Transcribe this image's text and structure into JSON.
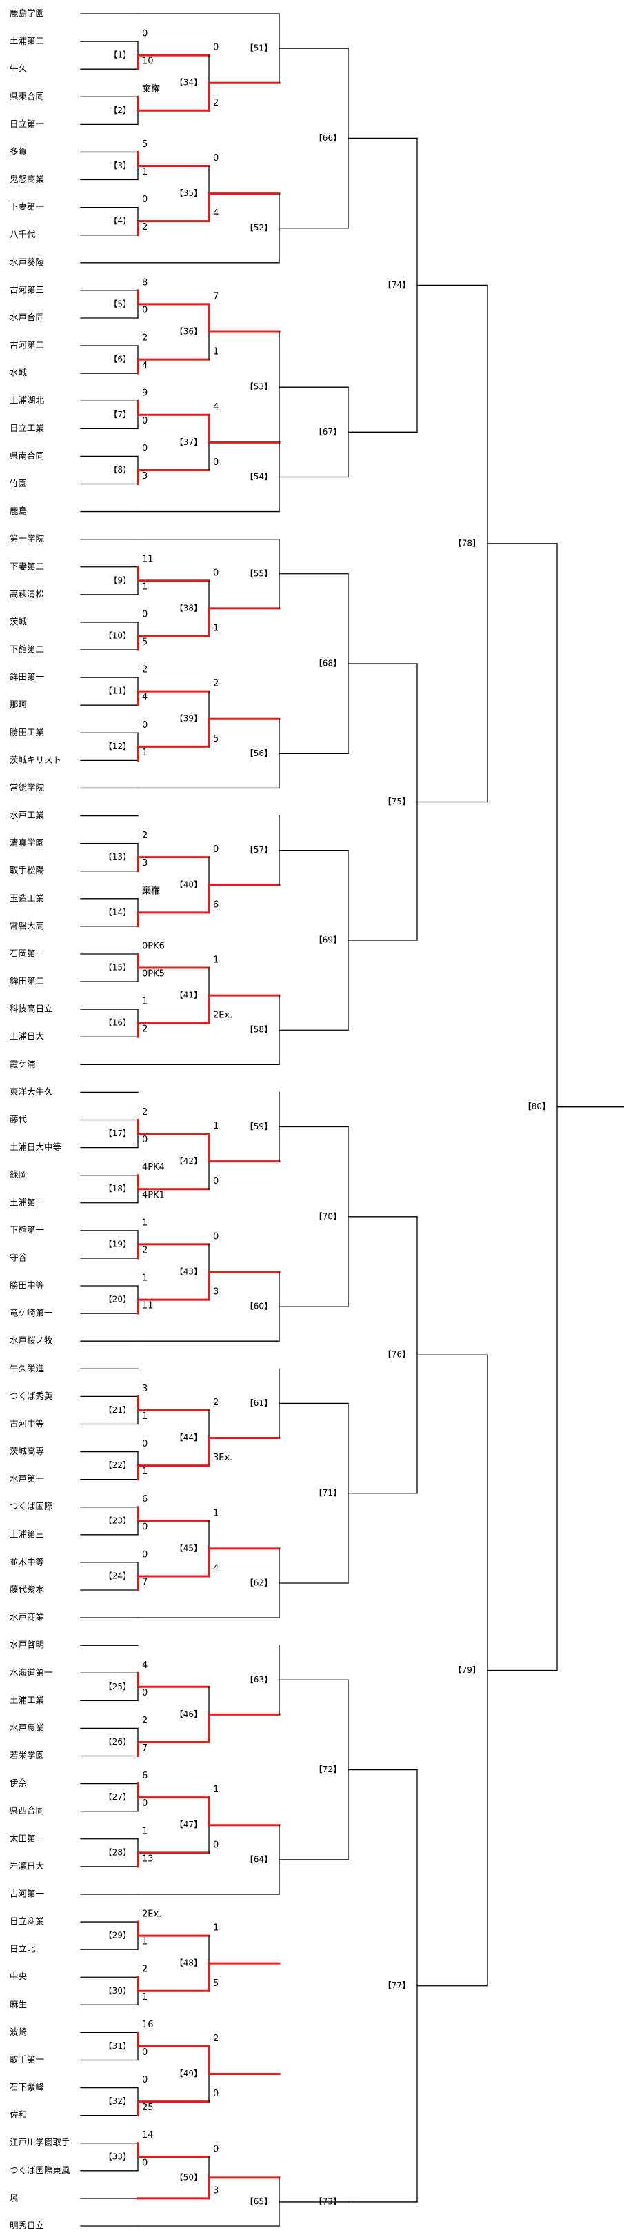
{
  "teams": [
    "鹿島学園",
    "土浦第二",
    "牛久",
    "県東合同",
    "日立第一",
    "多賀",
    "鬼怒商業",
    "下妻第一",
    "八千代",
    "水戸葵陵",
    "古河第三",
    "水戸合同",
    "古河第二",
    "水城",
    "土浦湖北",
    "日立工業",
    "県南合同",
    "竹園",
    "鹿島",
    "第一学院",
    "下妻第二",
    "高萩清松",
    "茨城",
    "下館第二",
    "鉾田第一",
    "那珂",
    "勝田工業",
    "茨城キリスト",
    "常総学院",
    "水戸工業",
    "清真学園",
    "取手松陽",
    "玉造工業",
    "常磐大高",
    "石岡第一",
    "鉾田第二",
    "科技高日立",
    "土浦日大",
    "霞ケ浦",
    "東洋大牛久",
    "藤代",
    "土浦日大中等",
    "緑岡",
    "土浦第一",
    "下館第一",
    "守谷",
    "勝田中等",
    "竜ケ崎第一",
    "水戸桜ノ牧",
    "牛久栄進",
    "つくば秀英",
    "古河中等",
    "茨城高専",
    "水戸第一",
    "つくば国際",
    "土浦第三",
    "並木中等",
    "藤代紫水",
    "水戸商業",
    "水戸啓明",
    "水海道第一",
    "土浦工業",
    "水戸農業",
    "若栄学園",
    "伊奈",
    "県西合同",
    "太田第一",
    "岩瀬日大",
    "古河第一",
    "日立商業",
    "日立北",
    "中央",
    "麻生",
    "波崎",
    "取手第一",
    "石下紫峰",
    "佐和",
    "江戸川学園取手",
    "つくば国際東風",
    "境",
    "明秀日立"
  ],
  "round1": [
    {
      "label": "【1】",
      "scores": [
        "0",
        "10"
      ]
    },
    {
      "label": "【2】",
      "scores": [
        "棄権",
        ""
      ]
    },
    {
      "label": "【3】",
      "scores": [
        "5",
        "1"
      ]
    },
    {
      "label": "【4】",
      "scores": [
        "0",
        "2"
      ]
    },
    {
      "label": "【5】",
      "scores": [
        "8",
        "0"
      ]
    },
    {
      "label": "【6】",
      "scores": [
        "2",
        "4"
      ]
    },
    {
      "label": "【7】",
      "scores": [
        "9",
        "0"
      ]
    },
    {
      "label": "【8】",
      "scores": [
        "0",
        "3"
      ]
    },
    {
      "label": "【9】",
      "scores": [
        "11",
        "1"
      ]
    },
    {
      "label": "【10】",
      "scores": [
        "0",
        "5"
      ]
    },
    {
      "label": "【11】",
      "scores": [
        "2",
        "4"
      ]
    },
    {
      "label": "【12】",
      "scores": [
        "0",
        "1"
      ]
    },
    {
      "label": "【13】",
      "scores": [
        "2",
        "3"
      ]
    },
    {
      "label": "【14】",
      "scores": [
        "棄権",
        ""
      ]
    },
    {
      "label": "【15】",
      "scores": [
        "0PK6",
        "0PK5"
      ]
    },
    {
      "label": "【16】",
      "scores": [
        "1",
        "2"
      ]
    },
    {
      "label": "【17】",
      "scores": [
        "2",
        "0"
      ]
    },
    {
      "label": "【18】",
      "scores": [
        "4PK4",
        "4PK1"
      ]
    },
    {
      "label": "【19】",
      "scores": [
        "1",
        "2"
      ]
    },
    {
      "label": "【20】",
      "scores": [
        "1",
        "11"
      ]
    },
    {
      "label": "【21】",
      "scores": [
        "3",
        "1"
      ]
    },
    {
      "label": "【22】",
      "scores": [
        "0",
        "1"
      ]
    },
    {
      "label": "【23】",
      "scores": [
        "6",
        "0"
      ]
    },
    {
      "label": "【24】",
      "scores": [
        "0",
        "7"
      ]
    },
    {
      "label": "【25】",
      "scores": [
        "4",
        "0"
      ]
    },
    {
      "label": "【26】",
      "scores": [
        "2",
        "7"
      ]
    },
    {
      "label": "【27】",
      "scores": [
        "6",
        "0"
      ]
    },
    {
      "label": "【28】",
      "scores": [
        "1",
        "13"
      ]
    },
    {
      "label": "【29】",
      "scores": [
        "2Ex.",
        "1"
      ]
    },
    {
      "label": "【30】",
      "scores": [
        "2",
        "1"
      ]
    },
    {
      "label": "【31】",
      "scores": [
        "16",
        "0"
      ]
    },
    {
      "label": "【32】",
      "scores": [
        "0",
        "25"
      ]
    },
    {
      "label": "【33】",
      "scores": [
        "14",
        "0"
      ]
    }
  ],
  "round2": [
    {
      "label": "【34】",
      "scores": [
        "0",
        "2"
      ]
    },
    {
      "label": "【35】",
      "scores": [
        "0",
        "4"
      ]
    },
    {
      "label": "【36】",
      "scores": [
        "7",
        "1"
      ]
    },
    {
      "label": "【37】",
      "scores": [
        "4",
        "0"
      ]
    },
    {
      "label": "【38】",
      "scores": [
        "0",
        "1"
      ]
    },
    {
      "label": "【39】",
      "scores": [
        "2",
        "5"
      ]
    },
    {
      "label": "【40】",
      "scores": [
        "0",
        "6"
      ]
    },
    {
      "label": "【41】",
      "scores": [
        "1",
        "2Ex."
      ]
    },
    {
      "label": "【42】",
      "scores": [
        "1",
        "0"
      ]
    },
    {
      "label": "【43】",
      "scores": [
        "0",
        "3"
      ]
    },
    {
      "label": "【44】",
      "scores": [
        "2",
        "3Ex."
      ]
    },
    {
      "label": "【45】",
      "scores": [
        "1",
        "4"
      ]
    },
    {
      "label": "【46】",
      "scores": [
        "",
        ""
      ]
    },
    {
      "label": "【47】",
      "scores": [
        "1",
        "0"
      ]
    },
    {
      "label": "【48】",
      "scores": [
        "1",
        "5"
      ]
    },
    {
      "label": "【49】",
      "scores": [
        "2",
        "0"
      ]
    },
    {
      "label": "【50】",
      "scores": [
        "0",
        "3"
      ]
    }
  ],
  "round3": [
    "【51】",
    "【52】",
    "【53】",
    "【54】",
    "【55】",
    "【56】",
    "【57】",
    "【58】",
    "【59】",
    "【60】",
    "【61】",
    "【62】",
    "【63】",
    "【64】",
    "【65】"
  ],
  "round4": [
    "【66】",
    "【67】",
    "【68】",
    "【69】",
    "【70】",
    "【71】",
    "【72】",
    "【73】"
  ],
  "round5": [
    "【74】",
    "【75】",
    "【76】",
    "【77】"
  ],
  "round6": [
    "【78】",
    "【79】"
  ],
  "final": "【80】",
  "colors": {
    "line": "#000000",
    "winner": "#e21b1b"
  }
}
